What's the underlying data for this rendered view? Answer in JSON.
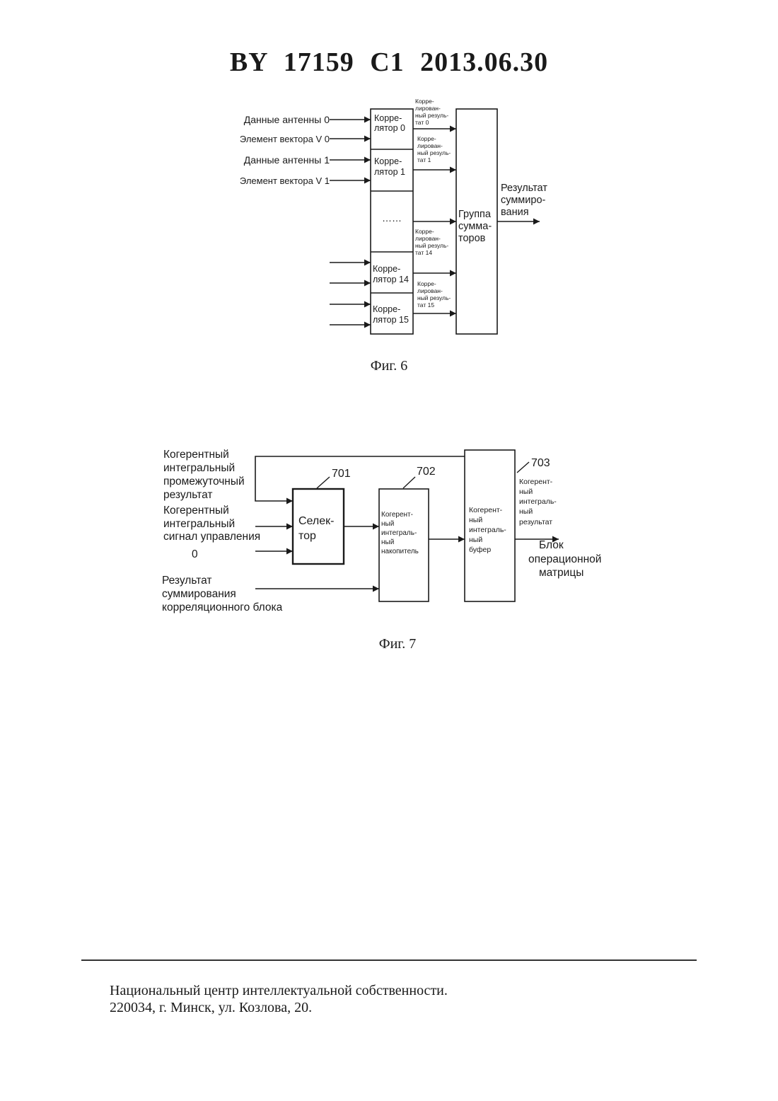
{
  "header": {
    "title": "BY  17159  C1  2013.06.30"
  },
  "fig6": {
    "caption": "Фиг. 6",
    "inputs": {
      "antenna0": "Данные антенны 0",
      "vector0": "Элемент вектора V 0",
      "antenna1": "Данные антенны 1",
      "vector1": "Элемент вектора V 1"
    },
    "correlators": [
      {
        "line1": "Корре-",
        "line2": "лятор 0"
      },
      {
        "line1": "Корре-",
        "line2": "лятор 1"
      },
      {
        "line1": "Корре-",
        "line2": "лятор 14"
      },
      {
        "line1": "Корре-",
        "line2": "лятор 15"
      }
    ],
    "ellipsis": "……",
    "results": [
      {
        "lines": [
          "Корре-",
          "лирован-",
          "ный резуль-",
          "тат 0"
        ]
      },
      {
        "lines": [
          "Корре-",
          "лирован-",
          "ный резуль-",
          "тат 1"
        ]
      },
      {
        "lines": [
          "Корре-",
          "лирован-",
          "ный резуль-",
          "тат 14"
        ]
      },
      {
        "lines": [
          "Корре-",
          "лирован-",
          "ный резуль-",
          "тат 15"
        ]
      }
    ],
    "adder": {
      "lines": [
        "Группа",
        "сумма-",
        "торов"
      ]
    },
    "output": {
      "lines": [
        "Результат",
        "суммиро-",
        "вания"
      ]
    }
  },
  "fig7": {
    "caption": "Фиг. 7",
    "inputs": {
      "intermediate": [
        "Когерентный",
        "интегральный",
        "промежуточный",
        " результат"
      ],
      "control": [
        "Когерентный",
        "интегральный",
        "сигнал управления"
      ],
      "zero": "0",
      "sum": [
        "Результат",
        "суммирования",
        "корреляционного блока"
      ]
    },
    "selector": {
      "ref": "701",
      "lines": [
        "Селек-",
        "тор"
      ]
    },
    "accumulator": {
      "ref": "702",
      "lines": [
        "Когерент-",
        "ный",
        "интеграль-",
        "ный",
        "накопитель"
      ]
    },
    "buffer": {
      "ref": "703",
      "lines": [
        "Когерент-",
        "ный",
        "интеграль-",
        "ный",
        "буфер"
      ]
    },
    "output_result": [
      "Когерент-",
      "ный",
      "интеграль-",
      "ный",
      "результат"
    ],
    "destination": [
      "Блок",
      "операционной",
      "матрицы"
    ]
  },
  "footer": {
    "line1": "Национальный центр интеллектуальной собственности.",
    "line2": "220034, г. Минск, ул. Козлова, 20."
  }
}
